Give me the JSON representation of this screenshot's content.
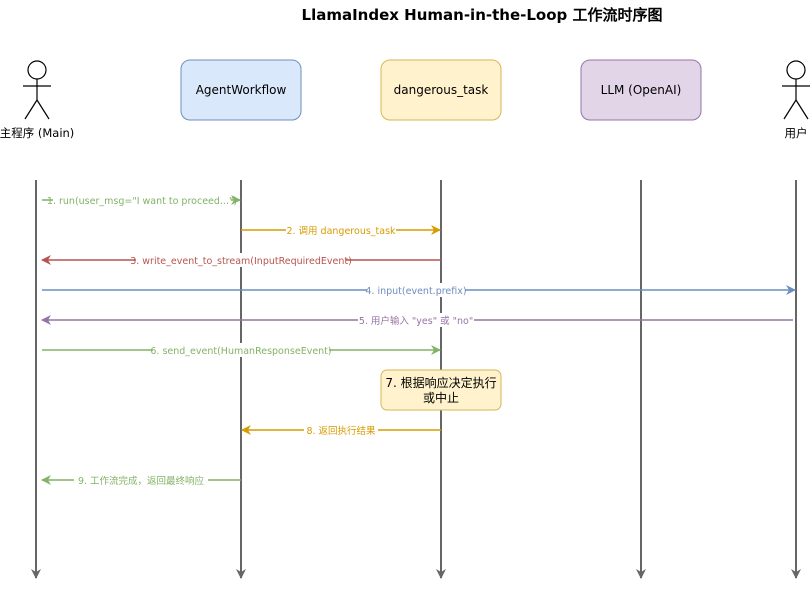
{
  "title": "LlamaIndex Human-in-the-Loop 工作流时序图",
  "participants": {
    "main": {
      "label": "主程序 (Main)"
    },
    "workflow": {
      "label": "AgentWorkflow"
    },
    "task": {
      "label": "dangerous_task"
    },
    "llm": {
      "label": "LLM (OpenAI)"
    },
    "user": {
      "label": "用户"
    }
  },
  "colors": {
    "workflow_fill": "#dae8fc",
    "workflow_stroke": "#6c8ebf",
    "task_fill": "#fff2cc",
    "task_stroke": "#d6b656",
    "llm_fill": "#e1d5e7",
    "llm_stroke": "#9673a6",
    "green": "#82b366",
    "orange": "#d79b00",
    "red": "#b85450",
    "blue": "#6c8ebf",
    "purple": "#9673a6",
    "lifeline": "#666666"
  },
  "messages": [
    {
      "label": "1. run(user_msg=\"I want to proceed...\")"
    },
    {
      "label": "2. 调用 dangerous_task"
    },
    {
      "label": "3. write_event_to_stream(InputRequiredEvent)"
    },
    {
      "label": "4. input(event.prefix)"
    },
    {
      "label": "5. 用户输入 \"yes\" 或 \"no\""
    },
    {
      "label": "6. send_event(HumanResponseEvent)"
    },
    {
      "label": "8. 返回执行结果"
    },
    {
      "label": "9. 工作流完成，返回最终响应"
    }
  ],
  "note": {
    "line1": "7. 根据响应决定执行",
    "line2": "或中止"
  }
}
